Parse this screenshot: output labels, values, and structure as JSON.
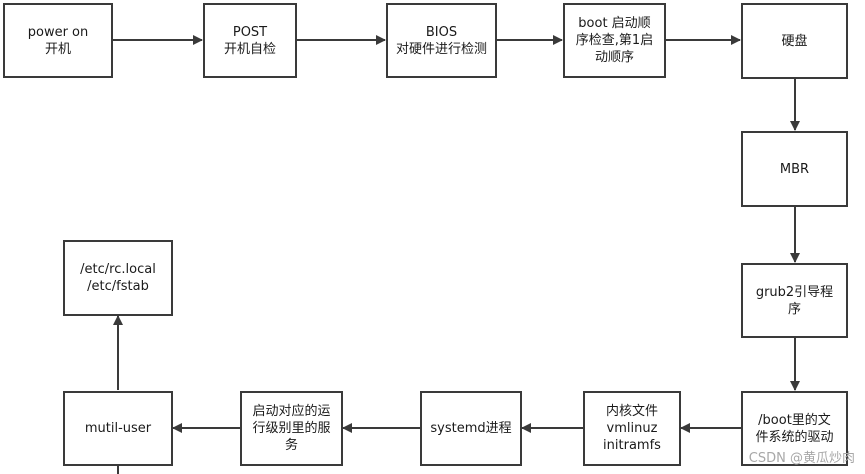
{
  "diagram": {
    "nodes": [
      {
        "id": "power-on",
        "label": "power on\n开机"
      },
      {
        "id": "post",
        "label": "POST\n开机自检"
      },
      {
        "id": "bios",
        "label": "BIOS\n对硬件进行检测"
      },
      {
        "id": "boot-order",
        "label": "boot 启动顺\n序检查,第1启\n动顺序"
      },
      {
        "id": "disk",
        "label": "硬盘"
      },
      {
        "id": "mbr",
        "label": "MBR"
      },
      {
        "id": "grub2",
        "label": "grub2引导程\n序"
      },
      {
        "id": "boot-driver",
        "label": "/boot里的文\n件系统的驱动"
      },
      {
        "id": "kernel",
        "label": "内核文件\nvmlinuz\ninitramfs"
      },
      {
        "id": "systemd",
        "label": "systemd进程"
      },
      {
        "id": "runlevel",
        "label": "启动对应的运\n行级别里的服\n务"
      },
      {
        "id": "mutil-user",
        "label": "mutil-user"
      },
      {
        "id": "rc-local",
        "label": "/etc/rc.local\n/etc/fstab"
      }
    ],
    "edges": [
      [
        "power-on",
        "post"
      ],
      [
        "post",
        "bios"
      ],
      [
        "bios",
        "boot-order"
      ],
      [
        "boot-order",
        "disk"
      ],
      [
        "disk",
        "mbr"
      ],
      [
        "mbr",
        "grub2"
      ],
      [
        "grub2",
        "boot-driver"
      ],
      [
        "boot-driver",
        "kernel"
      ],
      [
        "kernel",
        "systemd"
      ],
      [
        "systemd",
        "runlevel"
      ],
      [
        "runlevel",
        "mutil-user"
      ],
      [
        "mutil-user",
        "rc-local"
      ]
    ]
  },
  "watermark": "CSDN @黄瓜炒肉"
}
